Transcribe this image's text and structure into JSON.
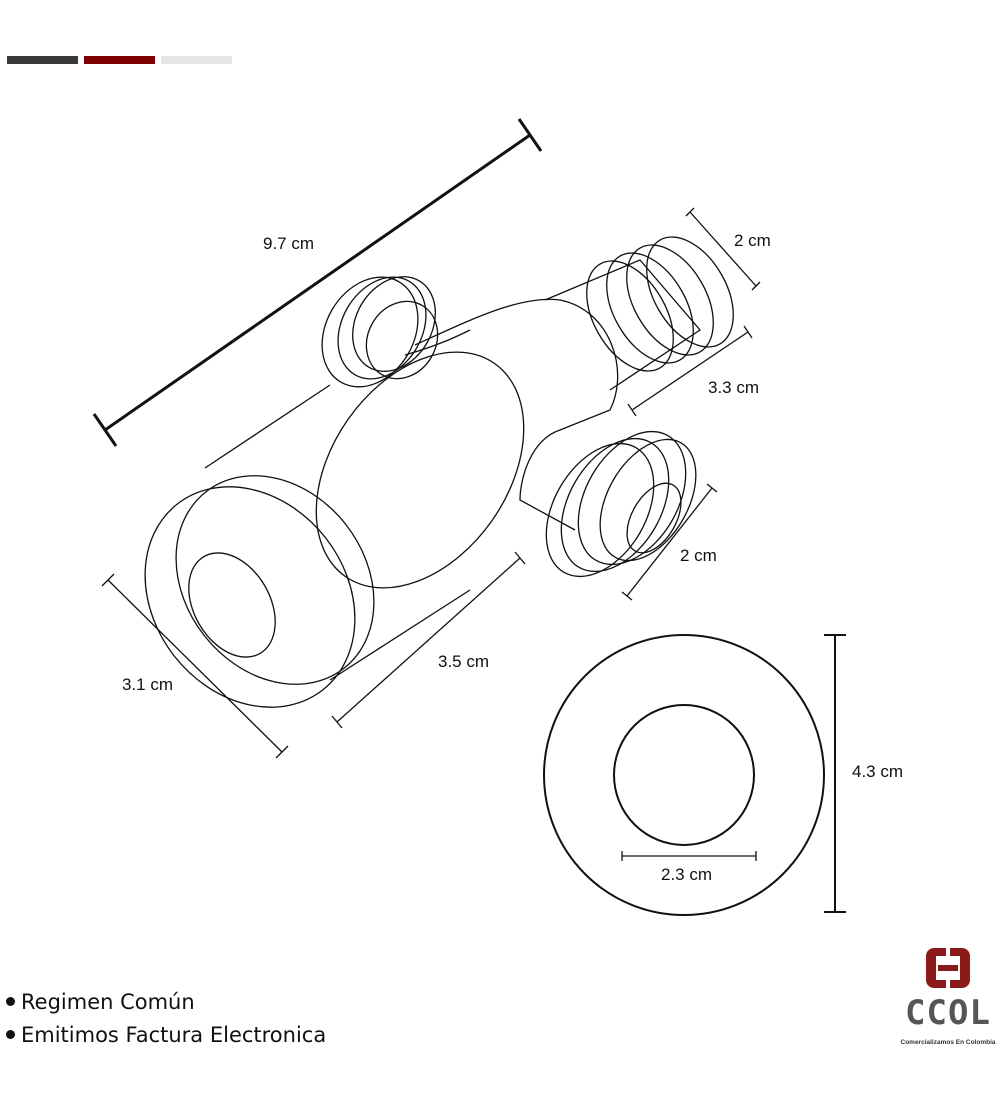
{
  "header_bars": {
    "colors": [
      "#3a3a3a",
      "#800000",
      "#e6e6e6"
    ]
  },
  "dimensions": {
    "overall_length": "9.7 cm",
    "top_outlet_diameter": "2 cm",
    "top_outlet_length": "3.3 cm",
    "side_outlet_diameter": "2 cm",
    "cap_length": "3.5 cm",
    "cap_depth": "3.1 cm",
    "face_outer_diameter": "4.3 cm",
    "face_inner_diameter": "2.3 cm"
  },
  "bullets": [
    "Regimen Común",
    "Emitimos Factura Electronica"
  ],
  "logo": {
    "name": "CCOL",
    "tagline": "Comercializamos En Colombia",
    "accent": "#8b1a1a",
    "text_color": "#555555"
  }
}
